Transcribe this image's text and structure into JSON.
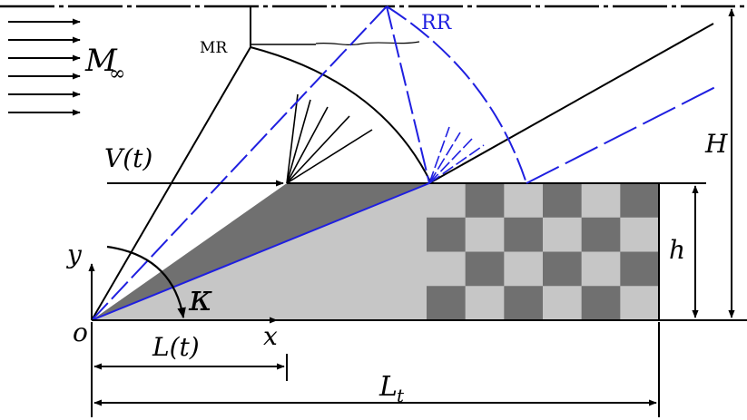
{
  "figure": {
    "labels": {
      "mach": "M",
      "mach_sub": "∞",
      "mr": "MR",
      "rr": "RR",
      "velocity": "V(t)",
      "big_h": "H",
      "small_h": "h",
      "y_axis": "y",
      "x_axis": "x",
      "origin": "o",
      "kappa": "κ",
      "length": "L(t)",
      "total_length": "L",
      "total_length_sub": "t"
    },
    "colors": {
      "line": "#000000",
      "rr_blue": "#1f1fe0",
      "wedge_dark": "#707070",
      "wedge_light": "#c6c6c6",
      "checker_dark": "#707070",
      "checker_light": "#c6c6c6",
      "background": "#ffffff"
    },
    "icons": {
      "flow_arrows": "right-arrow-icon",
      "rotation_arrow": "curved-arrow-icon"
    },
    "checkerboard": {
      "rows": 4,
      "cols": 6
    }
  }
}
